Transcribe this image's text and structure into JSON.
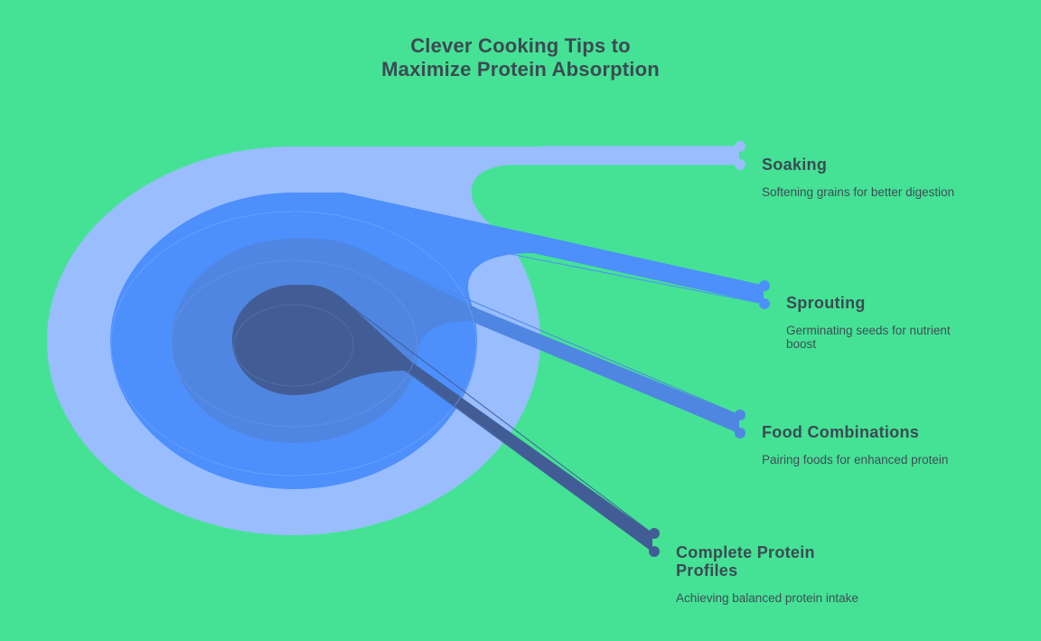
{
  "title": {
    "line1": "Clever Cooking Tips to",
    "line2": "Maximize Protein Absorption"
  },
  "items": [
    {
      "heading": "Soaking",
      "description": "Softening grains for better digestion",
      "color": "#99bdfd"
    },
    {
      "heading": "Sprouting",
      "description": "Germinating seeds for nutrient boost",
      "color": "#4d8ffb"
    },
    {
      "heading": "Food Combinations",
      "description": "Pairing foods for enhanced protein",
      "color": "#4f86e2"
    },
    {
      "heading": "Complete Protein Profiles",
      "description": "Achieving balanced protein intake",
      "color": "#425d96"
    }
  ]
}
